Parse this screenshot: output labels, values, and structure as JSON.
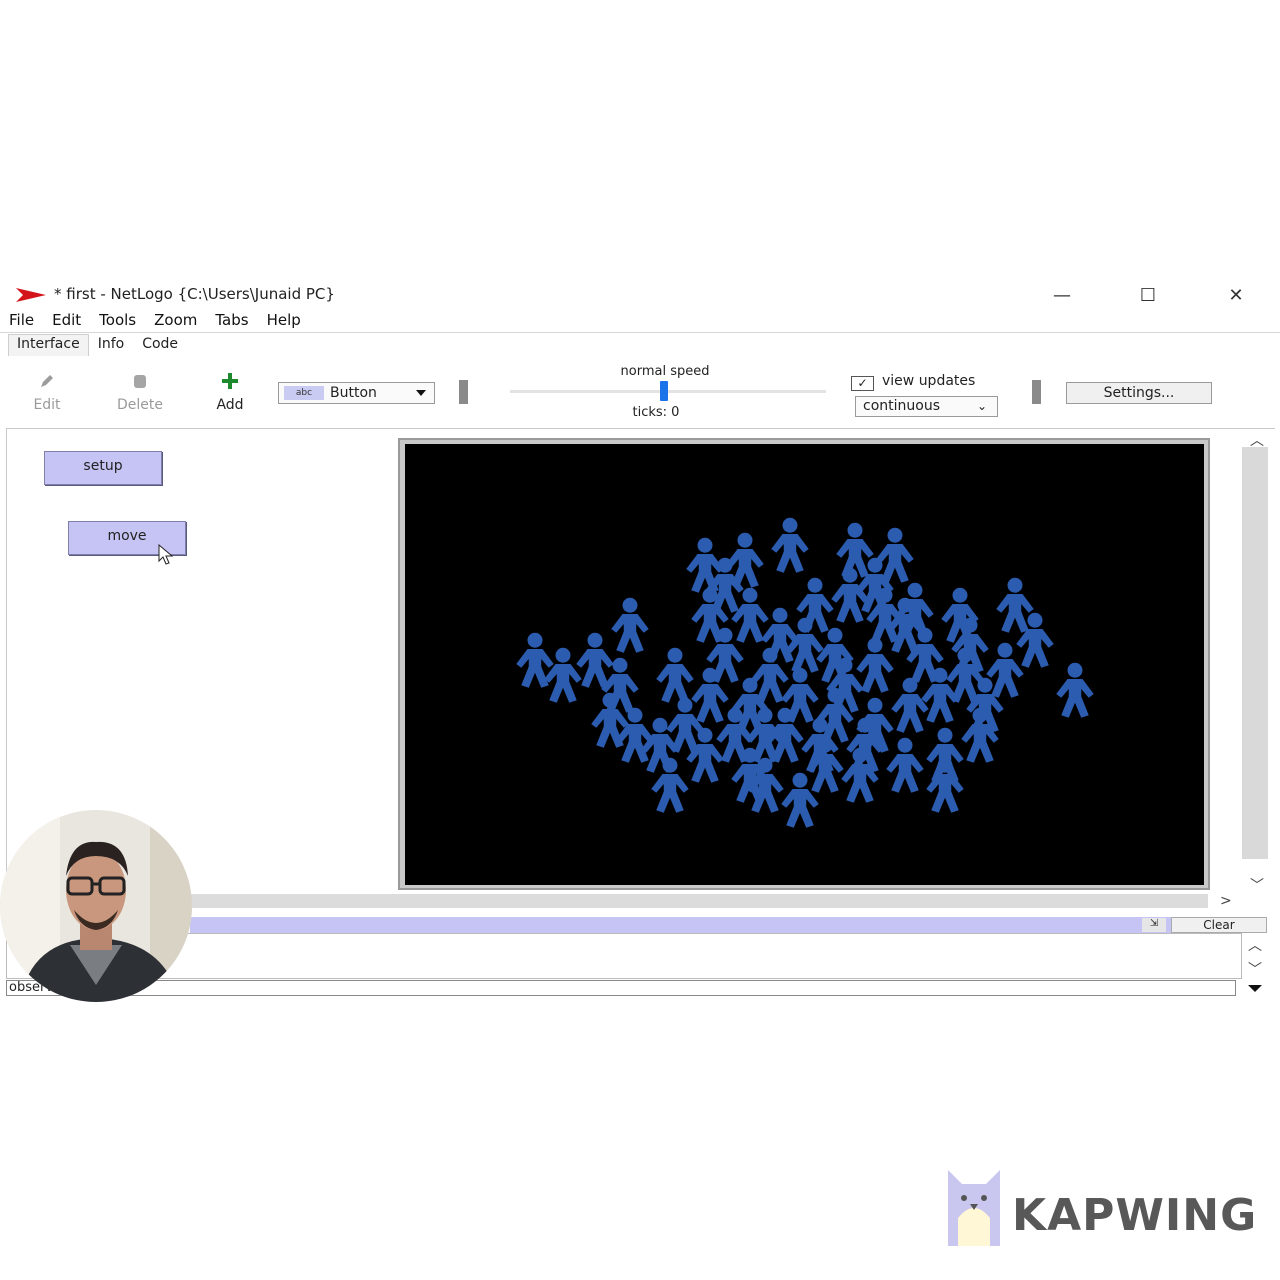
{
  "window": {
    "title": "* first - NetLogo {C:\\Users\\Junaid PC}",
    "controls": {
      "minimize": "—",
      "maximize": "☐",
      "close": "✕"
    }
  },
  "menu": [
    "File",
    "Edit",
    "Tools",
    "Zoom",
    "Tabs",
    "Help"
  ],
  "tabs": [
    {
      "label": "Interface",
      "active": true
    },
    {
      "label": "Info",
      "active": false
    },
    {
      "label": "Code",
      "active": false
    }
  ],
  "toolbar": {
    "edit": "Edit",
    "delete": "Delete",
    "add": "Add",
    "widget_chip": "abc",
    "widget_type": "Button",
    "speed_label": "normal speed",
    "speed_value": 0.5,
    "ticks": "ticks: 0",
    "view_updates": {
      "label": "view updates",
      "checked": true,
      "mode": "continuous"
    },
    "settings": "Settings..."
  },
  "buttons": [
    {
      "label": "setup"
    },
    {
      "label": "move"
    }
  ],
  "world": {
    "background": "#000000",
    "turtle_color": "#2b5cb0",
    "turtle_shape": "person"
  },
  "command_center": {
    "clear": "Clear",
    "agent": "observer>"
  },
  "watermark": {
    "brand": "KAPWING"
  },
  "colors": {
    "button_bg": "#c5c4f5",
    "command_bar": "#c5c4f5",
    "slider_thumb": "#1a73e8",
    "add_icon": "#1e8a2e"
  }
}
